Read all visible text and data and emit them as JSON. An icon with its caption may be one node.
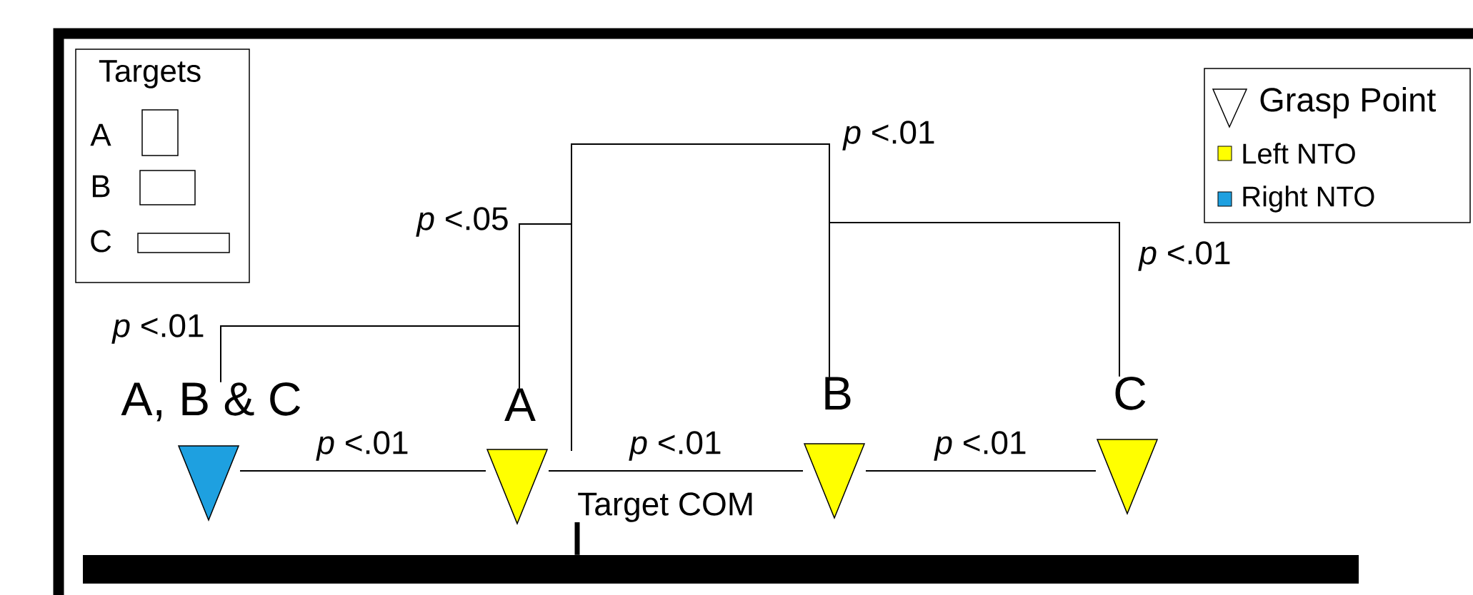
{
  "diagram": {
    "nodes": [
      {
        "text": [
          "A, B & C"
        ]
      },
      {
        "text": [
          "A"
        ]
      },
      {
        "text": [
          "B"
        ]
      },
      {
        "text": [
          "C"
        ]
      },
      {
        "text": [
          "Target COM"
        ]
      },
      {
        "text": [],
        "shape": "bar"
      }
    ],
    "edges": [
      {
        "from": 0,
        "to": 1,
        "arrow": "none",
        "label": "*p* <.01"
      },
      {
        "from": 1,
        "to": 2,
        "arrow": "none",
        "label": "*p* <.01"
      },
      {
        "from": 2,
        "to": 3,
        "arrow": "none",
        "label": "*p* <.01"
      },
      {
        "from": 0,
        "to": 1,
        "arrow": "none",
        "label": "*p* <.01"
      },
      {
        "from": 1,
        "to": null,
        "arrow": "none",
        "label": "*p* <.05"
      },
      {
        "from": null,
        "to": 2,
        "arrow": "none",
        "label": "*p* <.01"
      },
      {
        "from": 2,
        "to": 3,
        "arrow": "none",
        "label": "*p* <.01"
      },
      {
        "from": 4,
        "to": 5,
        "arrow": "none",
        "style": "thick"
      }
    ],
    "labels": [
      "Targets",
      "A",
      "B",
      "C"
    ],
    "legend": [
      {
        "text": "Grasp Point"
      },
      {
        "text": "Left NTO",
        "color": "#ffff00"
      },
      {
        "text": "Right NTO",
        "color": "#1ea0e0"
      }
    ]
  }
}
